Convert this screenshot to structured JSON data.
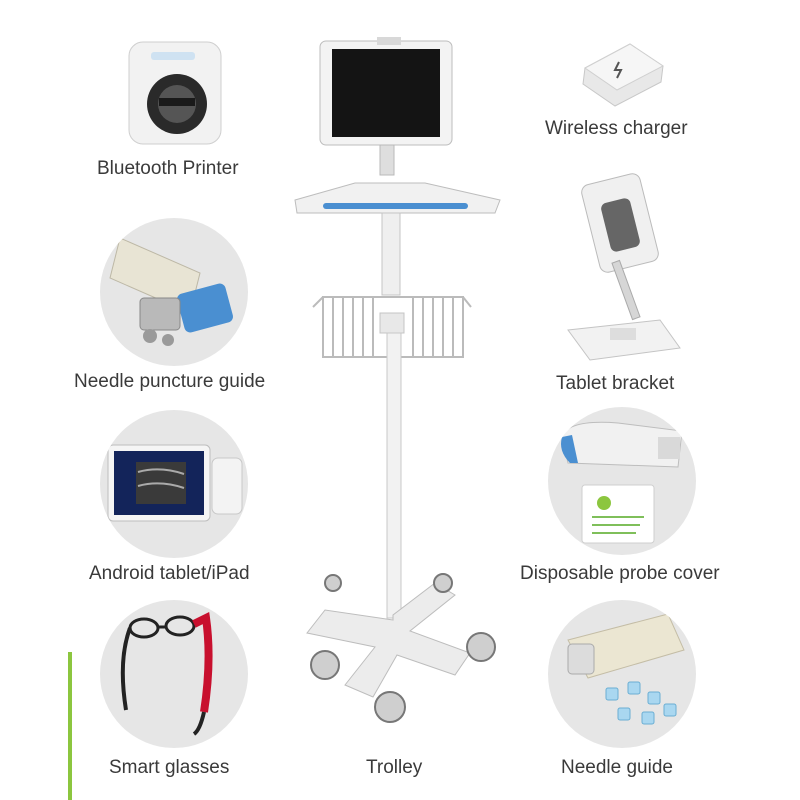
{
  "accent_color": "#8cc63f",
  "items": {
    "bluetooth_printer": "Bluetooth Printer",
    "wireless_charger": "Wireless charger",
    "needle_puncture_guide": "Needle puncture  guide",
    "tablet_bracket": "Tablet bracket",
    "android_tablet": "Android tablet/iPad",
    "disposable_probe_cover": "Disposable probe cover",
    "smart_glasses": "Smart glasses",
    "trolley": "Trolley",
    "needle_guide": "Needle guide"
  }
}
